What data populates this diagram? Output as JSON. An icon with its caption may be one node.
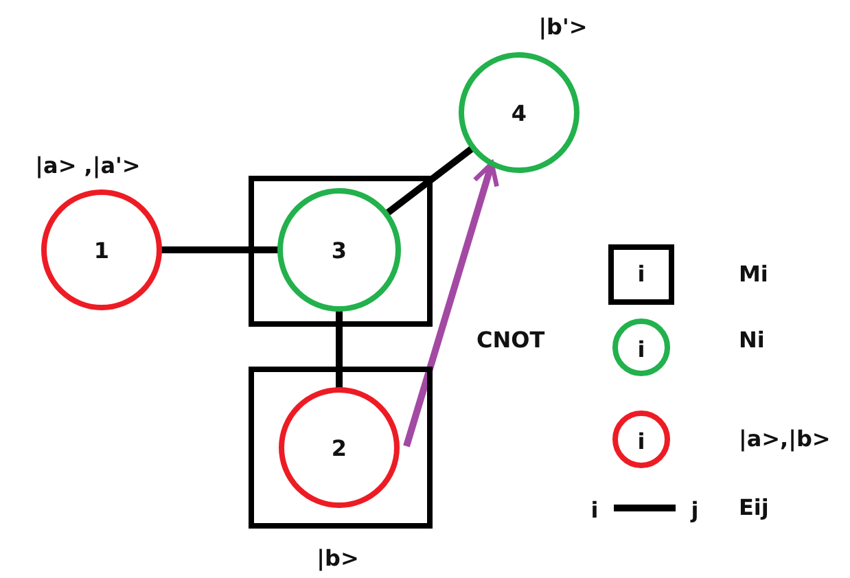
{
  "diagram": {
    "nodes": [
      {
        "text": [
          "4"
        ],
        "beside": [
          "|b'>"
        ]
      },
      {
        "text": [
          "1"
        ],
        "beside": [
          "|a> ,|a'>"
        ]
      },
      {
        "text": [],
        "shape": "box"
      },
      {
        "text": [
          "3"
        ],
        "in": 2
      },
      {
        "text": [],
        "shape": "box",
        "beside": [
          "|b>"
        ]
      },
      {
        "text": [
          "2"
        ],
        "in": 4
      }
    ],
    "edges": [
      {
        "from": 1,
        "to": 3,
        "arrow": "none"
      },
      {
        "from": 3,
        "to": 0,
        "arrow": "none"
      },
      {
        "from": 3,
        "to": 5,
        "arrow": "none"
      },
      {
        "from": 5,
        "to": 0,
        "arrow": "to",
        "label": "CNOT",
        "color": "#a349a4"
      }
    ],
    "labels": [
      "i",
      "i",
      "i",
      "i",
      "j"
    ],
    "legend": [
      {
        "text": "Mi"
      },
      {
        "text": "Ni"
      },
      {
        "text": "|a>,|b>"
      },
      {
        "text": "Eij"
      }
    ]
  }
}
